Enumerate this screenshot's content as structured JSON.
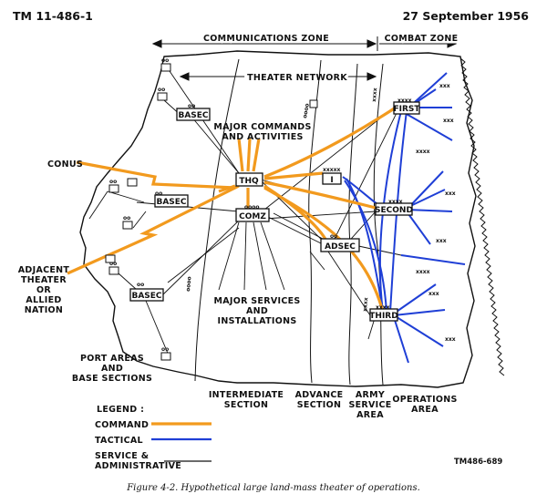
{
  "header": {
    "doc_number": "TM 11-486-1",
    "date": "27 September 1956"
  },
  "zones": {
    "communications_zone": "COMMUNICATIONS ZONE",
    "combat_zone": "COMBAT ZONE",
    "theater_network": "THEATER NETWORK"
  },
  "nodes": {
    "basec": "BASEC",
    "thq": "THQ",
    "comz": "COMZ",
    "adsec": "ADSEC",
    "first": "FIRST",
    "second": "SECOND",
    "third": "THIRD",
    "corps": "I"
  },
  "echelon_marks": {
    "oo": "oo",
    "oooo": "oooo",
    "xxxx": "xxxx",
    "xxxxx": "xxxxx",
    "xxx": "xxx"
  },
  "labels": {
    "conus": "CONUS",
    "major_commands": [
      "MAJOR COMMANDS",
      "AND ACTIVITIES"
    ],
    "adjacent": [
      "ADJACENT",
      "THEATER",
      "OR",
      "ALLIED",
      "NATION"
    ],
    "major_services": [
      "MAJOR SERVICES",
      "AND",
      "INSTALLATIONS"
    ],
    "port_areas": [
      "PORT AREAS",
      "AND",
      "BASE SECTIONS"
    ]
  },
  "sections": {
    "intermediate": [
      "INTERMEDIATE",
      "SECTION"
    ],
    "advance": [
      "ADVANCE",
      "SECTION"
    ],
    "army_service": [
      "ARMY",
      "SERVICE",
      "AREA"
    ],
    "operations": [
      "OPERATIONS",
      "AREA"
    ]
  },
  "legend": {
    "title": "LEGEND :",
    "items": [
      {
        "label": "COMMAND",
        "color": "#f29a1e"
      },
      {
        "label": "TACTICAL",
        "color": "#1f3fd6"
      },
      {
        "label": "SERVICE &",
        "label2": "ADMINISTRATIVE",
        "color": "#111111"
      }
    ]
  },
  "figure_code": "TM486-689",
  "caption": "Figure 4-2.  Hypothetical large land-mass theater of operations."
}
